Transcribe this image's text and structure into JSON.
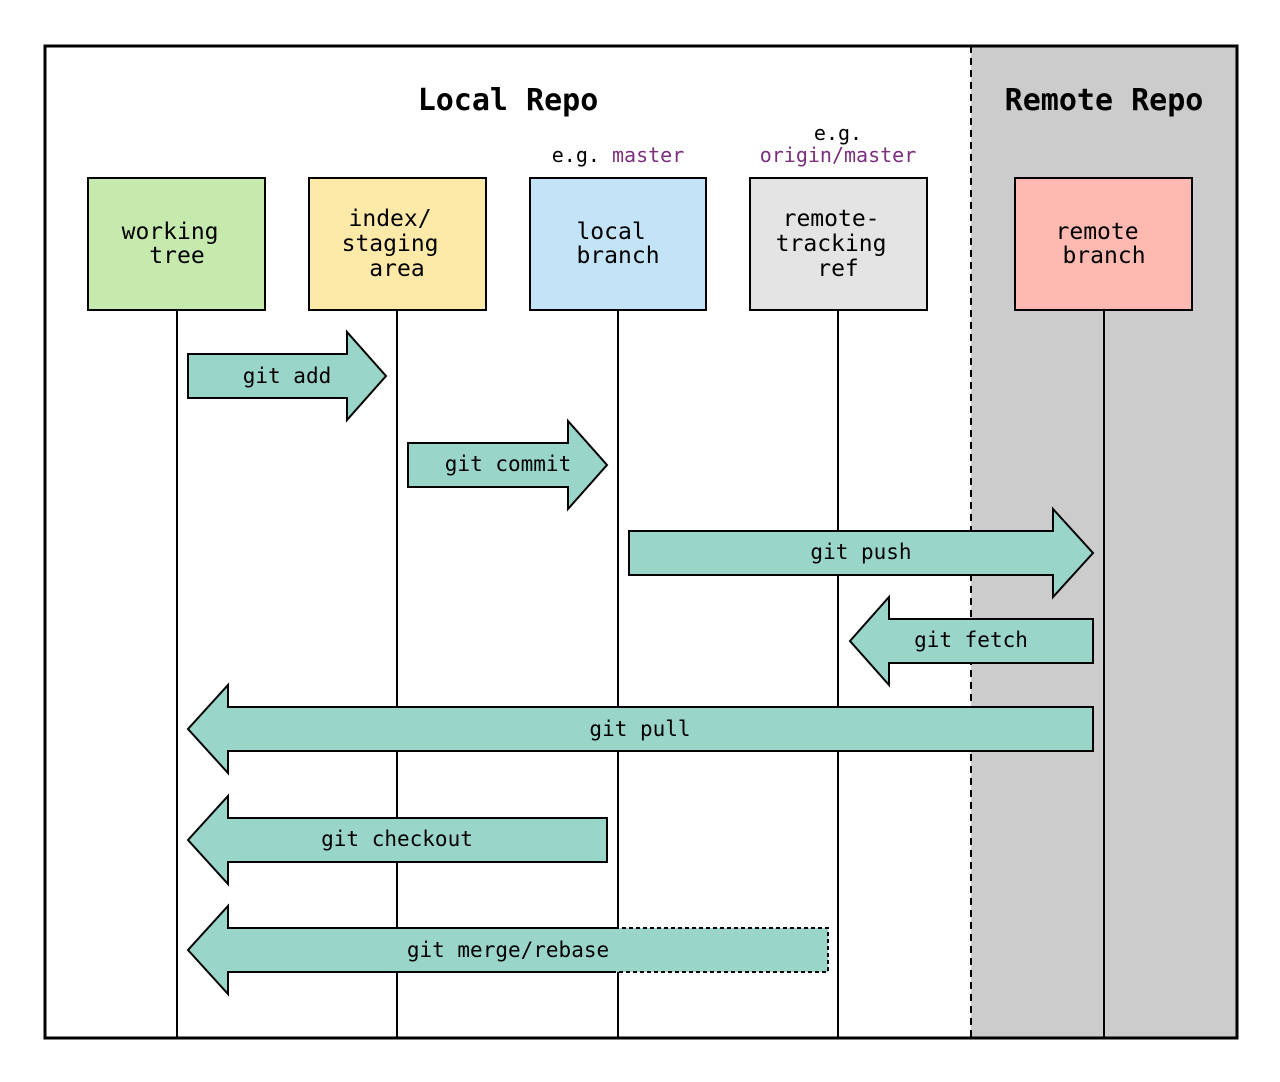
{
  "colors": {
    "arrow_fill": "#99d5c9",
    "remote_region": "#cccccc",
    "example_accent": "#7b2f7e",
    "working_tree": "#c6e9ae",
    "index": "#feeaa8",
    "local_branch": "#c3e3f7",
    "remote_tracking": "#e4e4e4",
    "remote_branch": "#feb9b0"
  },
  "sections": {
    "local_title": "Local Repo",
    "remote_title": "Remote Repo"
  },
  "examples": {
    "local_prefix": "e.g.",
    "local_value": "master",
    "remote_prefix": "e.g.",
    "remote_value": "origin/master"
  },
  "nodes": {
    "working_tree": [
      "working",
      "tree"
    ],
    "index": [
      "index/",
      "staging",
      "area"
    ],
    "local_branch": [
      "local",
      "branch"
    ],
    "remote_tracking": [
      "remote-",
      "tracking",
      "ref"
    ],
    "remote_branch": [
      "remote",
      "branch"
    ]
  },
  "commands": {
    "add": "git add",
    "commit": "git commit",
    "push": "git push",
    "fetch": "git fetch",
    "pull": "git pull",
    "checkout": "git checkout",
    "merge": "git merge/rebase"
  }
}
